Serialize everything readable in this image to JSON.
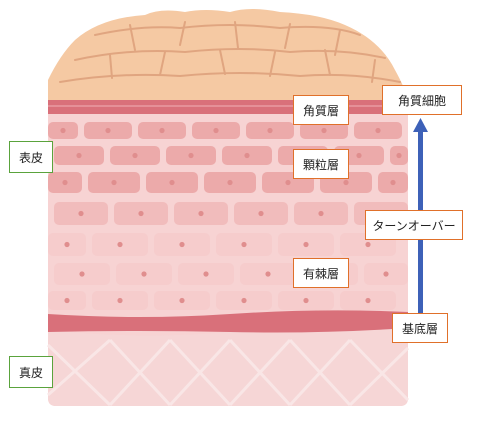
{
  "layer_labels": {
    "stratum_corneum": "角質層",
    "stratum_granulosum": "顆粒層",
    "stratum_spinosum": "有棘層",
    "stratum_basale": "基底層"
  },
  "region_labels": {
    "epidermis": "表皮",
    "dermis": "真皮"
  },
  "process": {
    "target": "角質細胞",
    "cycle": "ターンオーバー"
  },
  "colors": {
    "flake": "#f5c9a3",
    "flake_line": "#e0a580",
    "corneum_band": "#d9707a",
    "cell_bg": "#f7d3d3",
    "cell_dark": "#ecaaaa",
    "cell_mid": "#f1bcbc",
    "cell_light": "#f6cccc",
    "nucleus": "#e08e8e",
    "basal_band": "#d9707a",
    "dermis_bg": "#f6d6d6",
    "arrow": "#3d61b8",
    "label_border_region": "#5aa33c",
    "label_border_layer": "#e0702a"
  }
}
